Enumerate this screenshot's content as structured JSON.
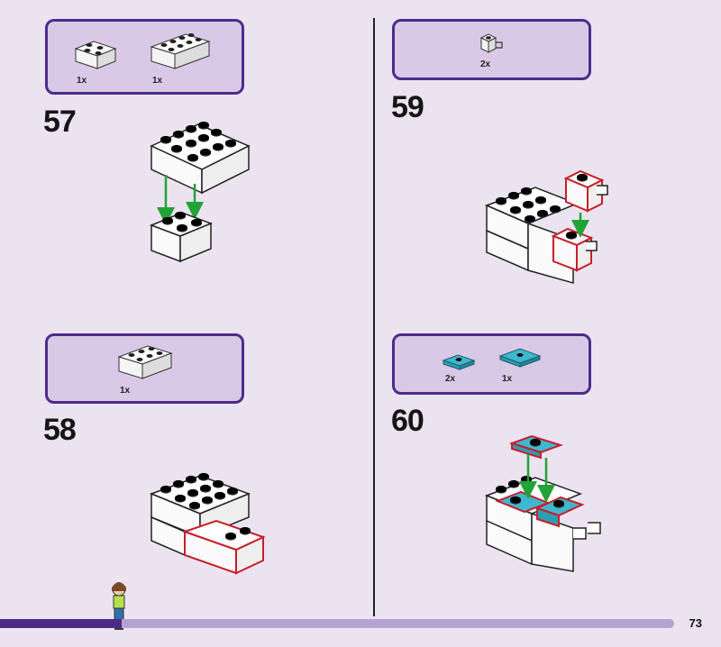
{
  "page": {
    "number": "73",
    "progress_fraction": 0.18
  },
  "colors": {
    "background": "#ece3f1",
    "callout_border": "#4b2c8c",
    "callout_fill": "#d9c9e6",
    "arrow": "#21a336",
    "highlight": "#c81e2a",
    "azure": "#3fb7cf"
  },
  "steps": [
    {
      "number": "57",
      "parts": [
        {
          "qty": "1x",
          "piece": "white-brick-2x2"
        },
        {
          "qty": "1x",
          "piece": "white-brick-2x4"
        }
      ]
    },
    {
      "number": "58",
      "parts": [
        {
          "qty": "1x",
          "piece": "white-brick-2x3"
        }
      ]
    },
    {
      "number": "59",
      "parts": [
        {
          "qty": "2x",
          "piece": "white-brick-1x1-clip"
        }
      ]
    },
    {
      "number": "60",
      "parts": [
        {
          "qty": "2x",
          "piece": "azure-jumper-plate"
        },
        {
          "qty": "1x",
          "piece": "azure-plate-2x2"
        }
      ]
    }
  ]
}
